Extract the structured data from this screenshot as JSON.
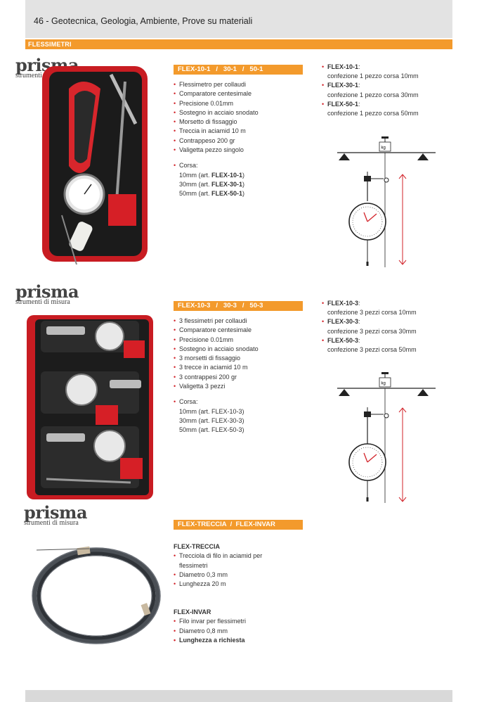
{
  "header": {
    "title": "46 - Geotecnica, Geologia, Ambiente, Prove su materiali"
  },
  "section": {
    "label": "FLESSIMETRI"
  },
  "logo": {
    "brand": "prisma",
    "tagline": "strumenti di misura"
  },
  "products": [
    {
      "bar": "FLEX-10-1   /   30-1   /   50-1",
      "features": [
        "Flessimetro per collaudi",
        "Comparatore centesimale",
        "Precisione 0.01mm",
        "Sostegno in acciaio snodato",
        "Morsetto di fissaggio",
        "Treccia in aciamid 10 m",
        "Contrappeso 200 gr",
        "Valigetta pezzo singolo"
      ],
      "corsa_label": "Corsa:",
      "corsa": [
        {
          "pre": "10mm (art. ",
          "code": "FLEX-10-1",
          "post": ")"
        },
        {
          "pre": "30mm (art. ",
          "code": "FLEX-30-1",
          "post": ")"
        },
        {
          "pre": "50mm (art. ",
          "code": "FLEX-50-1",
          "post": ")"
        }
      ],
      "configs": [
        {
          "code": "FLEX-10-1",
          "desc": "confezione 1 pezzo corsa 10mm"
        },
        {
          "code": "FLEX-30-1",
          "desc": "confezione 1 pezzo corsa 30mm"
        },
        {
          "code": "FLEX-50-1",
          "desc": "confezione 1 pezzo corsa 50mm"
        }
      ],
      "diagram_label": "kg"
    },
    {
      "bar": "FLEX-10-3   /   30-3   /   50-3",
      "features": [
        "3 flessimetri per collaudi",
        "Comparatore centesimale",
        "Precisione 0.01mm",
        "Sostegno in acciaio snodato",
        "3 morsetti di fissaggio",
        "3 trecce in aciamid 10 m",
        "3 contrappesi 200 gr",
        "Valigetta 3 pezzi"
      ],
      "corsa_label": "Corsa:",
      "corsa": [
        {
          "pre": "10mm (art. FLEX-10-3)"
        },
        {
          "pre": "30mm (art. FLEX-30-3)"
        },
        {
          "pre": "50mm (art. FLEX-50-3)"
        }
      ],
      "configs": [
        {
          "code": "FLEX-10-3",
          "desc": "confezione 3 pezzi corsa 10mm"
        },
        {
          "code": "FLEX-30-3",
          "desc": "confezione 3 pezzi corsa 30mm"
        },
        {
          "code": "FLEX-50-3",
          "desc": "confezione 3 pezzi corsa 50mm"
        }
      ],
      "diagram_label": "kg"
    },
    {
      "bar": "FLEX-TRECCIA  /  FLEX-INVAR",
      "treccia_title": "FLEX-TRECCIA",
      "treccia": [
        "Trecciola di filo in aciamid per",
        "flessimetri",
        "Diametro 0,3 mm",
        "Lunghezza 20 m"
      ],
      "invar_title": "FLEX-INVAR",
      "invar": [
        "Filo invar per flessimetri",
        "Diametro 0,8 mm",
        "Lunghezza a richiesta"
      ]
    }
  ],
  "colors": {
    "accent": "#f39a2c",
    "bullet": "#d2232a",
    "case_red": "#d61f26",
    "arrow": "#d2232a"
  }
}
